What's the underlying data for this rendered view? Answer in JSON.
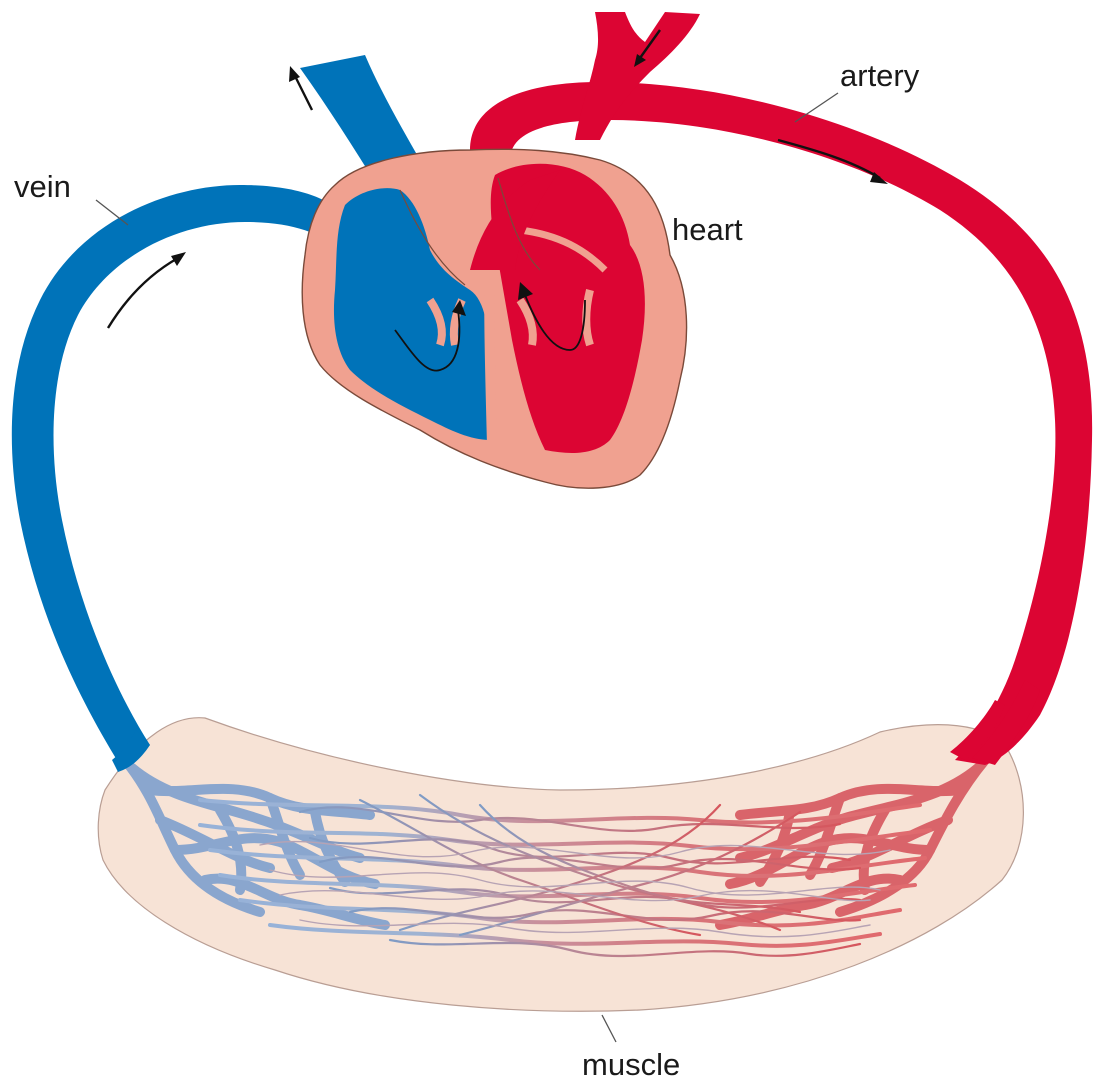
{
  "labels": {
    "vein": "vein",
    "artery": "artery",
    "heart": "heart",
    "muscle": "muscle"
  },
  "colors": {
    "venous_blood": "#0073b9",
    "arterial_blood": "#dc0533",
    "heart_wall": "#f0a190",
    "heart_wall_outline": "#7a4a3a",
    "muscle_tissue": "#f7e3d6",
    "capillary_venous": "#9fb6d6",
    "capillary_arterial": "#dd6a6e",
    "arrow": "#111111",
    "label_text": "#1a1a1a"
  }
}
